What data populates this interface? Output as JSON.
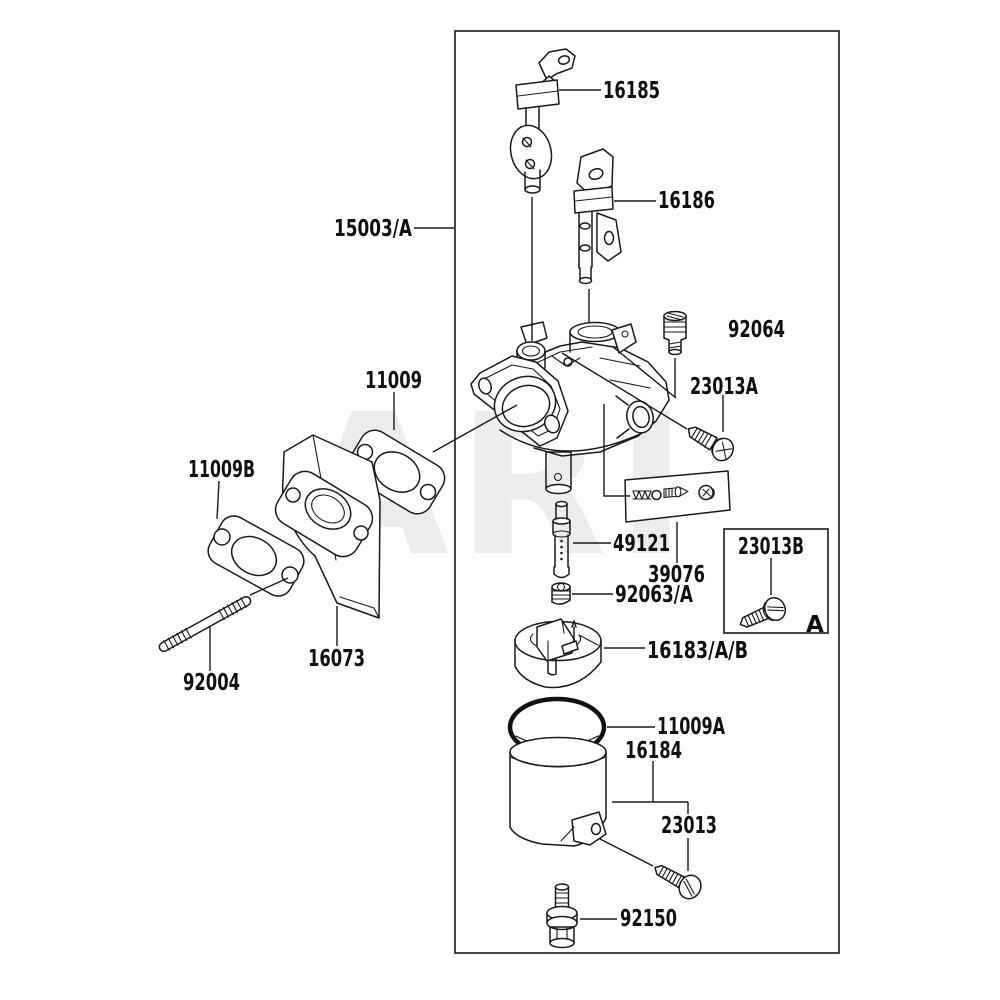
{
  "watermark": "ARI",
  "parts": {
    "choke_shaft_label": "16185",
    "throttle_shaft_label": "16186",
    "carb_assy_label": "15003/A",
    "idle_screw_label": "92064",
    "pan_screw_a_label": "23013A",
    "gasket_carb_label": "11009",
    "gasket_engine_label": "11009B",
    "main_nozzle_label": "49121",
    "needle_kit_label": "39076",
    "main_jet_label": "92063/A",
    "float_label": "16183/A/B",
    "insulator_label": "16073",
    "stud_label": "92004",
    "oring_label": "11009A",
    "float_bowl_label": "16184",
    "pan_screw_label": "23013",
    "drain_screw_label": "92150"
  },
  "inset": {
    "screw_label": "23013B",
    "corner_letter": "A"
  }
}
